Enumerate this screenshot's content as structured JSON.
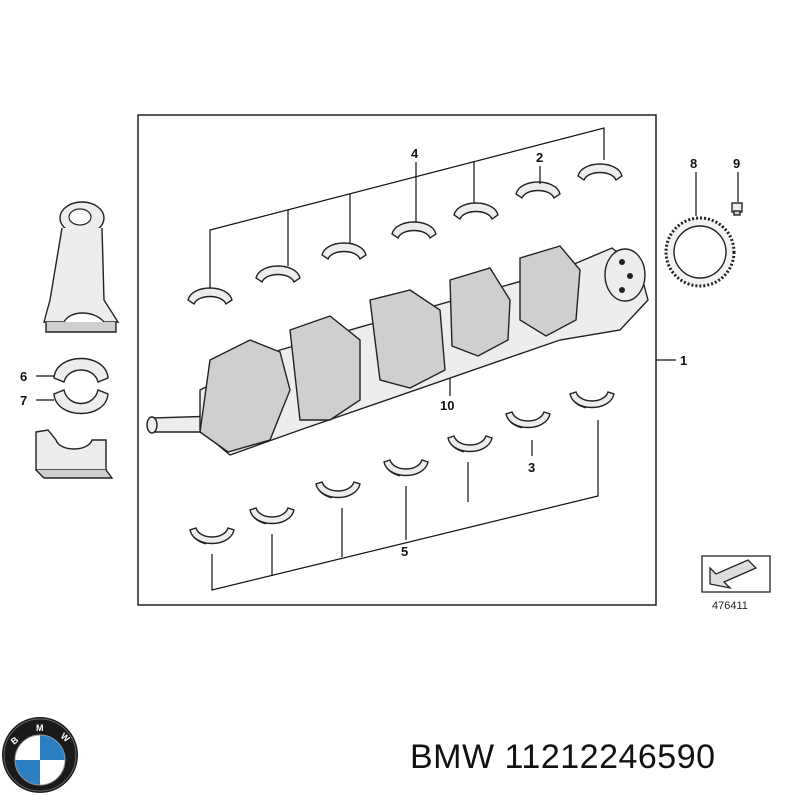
{
  "callouts": {
    "c1": "1",
    "c2": "2",
    "c3": "3",
    "c4": "4",
    "c5": "5",
    "c6": "6",
    "c7": "7",
    "c8": "8",
    "c9": "9",
    "c10": "10"
  },
  "reference_number": "476411",
  "logo": {
    "brand": "BMW",
    "letters": [
      "B",
      "M",
      "W"
    ],
    "colors": {
      "blue": "#2b7fc3",
      "white": "#ffffff",
      "ring": "#1a1a1a"
    }
  },
  "caption": {
    "brand": "BMW",
    "part_number": "11212246590"
  },
  "icons": [
    "connecting-rod-icon",
    "bearing-shell-icon",
    "crankshaft-icon",
    "flywheel-ring-icon",
    "bolt-icon",
    "arrow-stamp-icon",
    "bmw-logo-icon"
  ]
}
